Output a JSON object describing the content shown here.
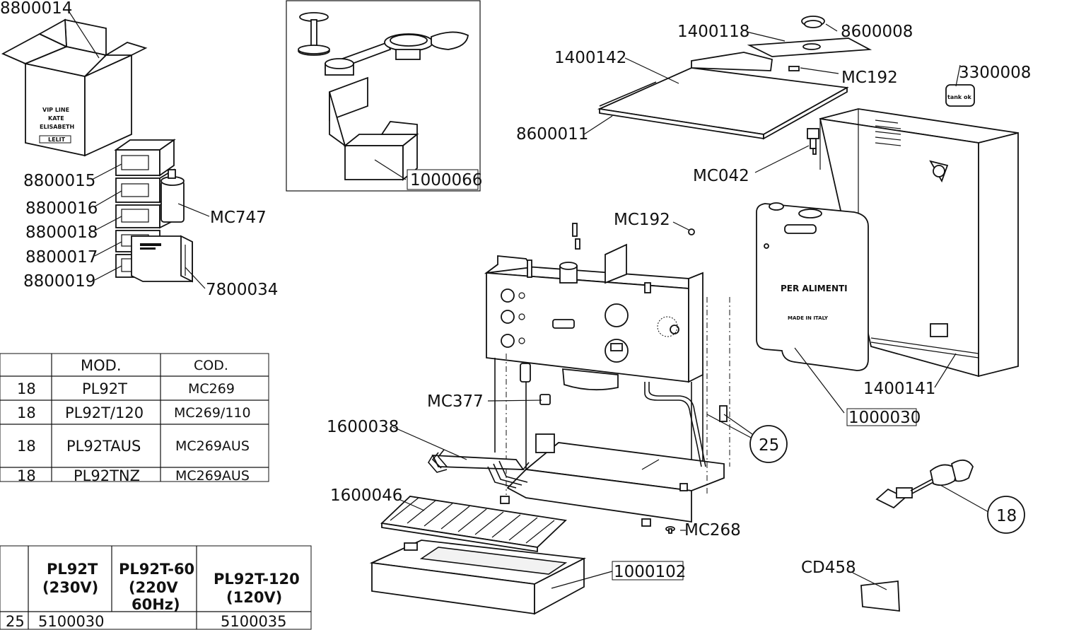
{
  "part_labels": {
    "p8800014": "8800014",
    "p8800015": "8800015",
    "p8800016": "8800016",
    "p8800018": "8800018",
    "p8800017": "8800017",
    "p8800019": "8800019",
    "pMC747": "MC747",
    "p7800034": "7800034",
    "p1000066": "1000066",
    "p1400118": "1400118",
    "p8600008": "8600008",
    "p1400142": "1400142",
    "pMC192a": "MC192",
    "p3300008": "3300008",
    "p8600011": "8600011",
    "pMC042": "MC042",
    "pMC192b": "MC192",
    "pMC377": "MC377",
    "p1600038": "1600038",
    "p1600046": "1600046",
    "pMC268": "MC268",
    "p1000102": "1000102",
    "p1400141": "1400141",
    "p1000030": "1000030",
    "pCD458": "CD458",
    "c25": "25",
    "c18": "18"
  },
  "box_text": {
    "line1": "VIP LINE",
    "line2": "KATE",
    "line3": "ELISABETH",
    "brand": "LELIT"
  },
  "tank_text": {
    "title": "PER ALIMENTI",
    "sub": "MADE IN ITALY"
  },
  "sticker_text": "tank ok",
  "model_table": {
    "headers": [
      "",
      "MOD.",
      "COD."
    ],
    "rows": [
      [
        "18",
        "PL92T",
        "MC269"
      ],
      [
        "18",
        "PL92T/120",
        "MC269/110"
      ],
      [
        "18",
        "PL92TAUS",
        "MC269AUS"
      ],
      [
        "18",
        "PL92TNZ",
        "MC269AUS"
      ]
    ]
  },
  "voltage_table": {
    "headers": [
      [
        "",
        ""
      ],
      [
        "PL92T",
        "(230V)"
      ],
      [
        "PL92T-60",
        "(220V",
        "60Hz)"
      ],
      [
        "PL92T-120",
        "(120V)"
      ]
    ],
    "row_no": "25",
    "code_230": "5100030",
    "code_120": "5100035"
  }
}
